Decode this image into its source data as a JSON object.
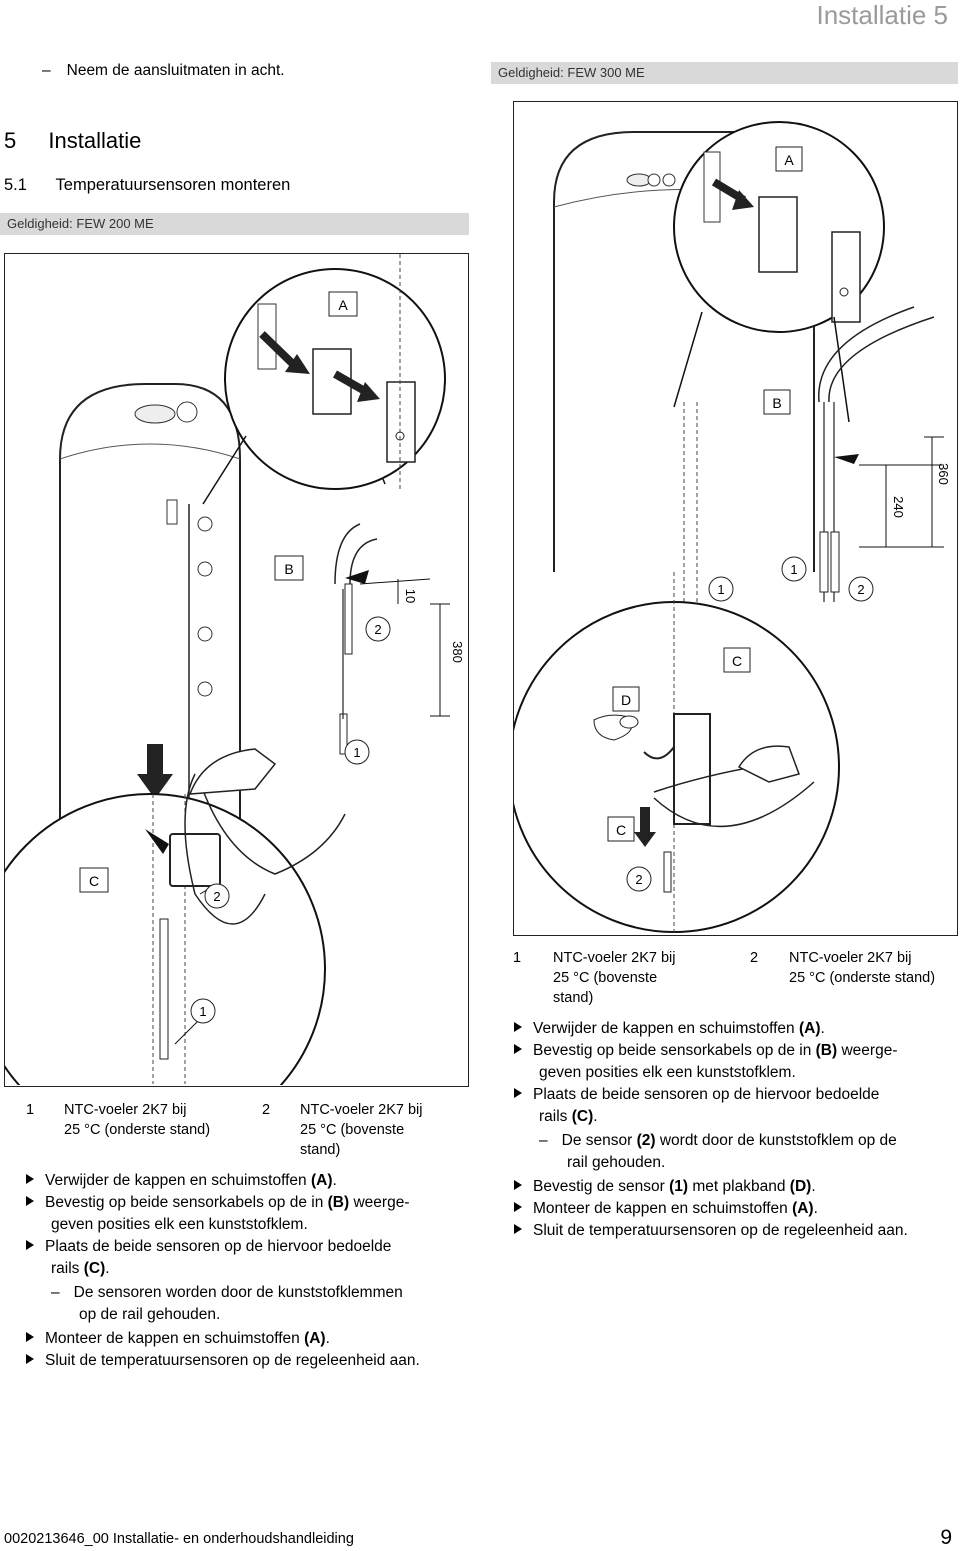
{
  "header": {
    "chapter": "Installatie 5"
  },
  "intro": {
    "dash_text": "Neem de aansluitmaten in acht."
  },
  "section": {
    "number": "5",
    "title": "Installatie",
    "sub_number": "5.1",
    "sub_title": "Temperatuursensoren monteren"
  },
  "left": {
    "validity": "Geldigheid: FEW 200 ME",
    "figure": {
      "labels": {
        "A": "A",
        "B": "B",
        "C": "C",
        "n1": "1",
        "n2": "2",
        "d10": "10",
        "d380": "380"
      }
    },
    "legend": [
      {
        "num": "1",
        "text1": "NTC-voeler 2K7 bij",
        "text2": "25 °C (onderste stand)",
        "text3": ""
      },
      {
        "num": "2",
        "text1": "NTC-voeler 2K7 bij",
        "text2": "25 °C (bovenste",
        "text3": "stand)"
      }
    ],
    "steps": [
      {
        "pre": "Verwijder de kappen en schuimstoffen ",
        "bold": "(A)",
        "post": "."
      },
      {
        "pre": "Bevestig op beide sensorkabels op de in ",
        "bold": "(B)",
        "post": " weerge-",
        "line2": "geven posities elk een kunststofklem."
      },
      {
        "pre": "Plaats de beide sensoren op de hiervoor bedoelde",
        "line2_pre": "rails ",
        "line2_bold": "(C)",
        "line2_post": "."
      },
      {
        "sub": "De sensoren worden door de kunststofklemmen",
        "sub2": "op de rail gehouden."
      },
      {
        "pre": "Monteer de kappen en schuimstoffen ",
        "bold": "(A)",
        "post": "."
      },
      {
        "pre": "Sluit de temperatuursensoren op de regeleenheid aan."
      }
    ]
  },
  "right": {
    "validity": "Geldigheid: FEW 300 ME",
    "figure": {
      "labels": {
        "A": "A",
        "B": "B",
        "C": "C",
        "D": "D",
        "n1": "1",
        "n2": "2",
        "d240": "240",
        "d360": "360"
      }
    },
    "legend": [
      {
        "num": "1",
        "text1": "NTC-voeler 2K7 bij",
        "text2": "25 °C (bovenste",
        "text3": "stand)"
      },
      {
        "num": "2",
        "text1": "NTC-voeler 2K7 bij",
        "text2": "25 °C (onderste stand)",
        "text3": ""
      }
    ],
    "steps": [
      {
        "pre": "Verwijder de kappen en schuimstoffen ",
        "bold": "(A)",
        "post": "."
      },
      {
        "pre": "Bevestig op beide sensorkabels op de in ",
        "bold": "(B)",
        "post": " weerge-",
        "line2": "geven posities elk een kunststofklem."
      },
      {
        "pre": "Plaats de beide sensoren op de hiervoor bedoelde",
        "line2_pre": "rails ",
        "line2_bold": "(C)",
        "line2_post": "."
      },
      {
        "sub_pre": "De sensor ",
        "sub_bold": "(2)",
        "sub_post": " wordt door de kunststofklem op de",
        "sub2": "rail gehouden."
      },
      {
        "pre": "Bevestig de sensor ",
        "bold": "(1)",
        "post": " met plakband ",
        "bold2": "(D)",
        "post2": "."
      },
      {
        "pre": "Monteer de kappen en schuimstoffen ",
        "bold": "(A)",
        "post": "."
      },
      {
        "pre": "Sluit de temperatuursensoren op de regeleenheid aan."
      }
    ]
  },
  "footer": {
    "doc": "0020213646_00 Installatie- en onderhoudshandleiding",
    "page": "9"
  }
}
